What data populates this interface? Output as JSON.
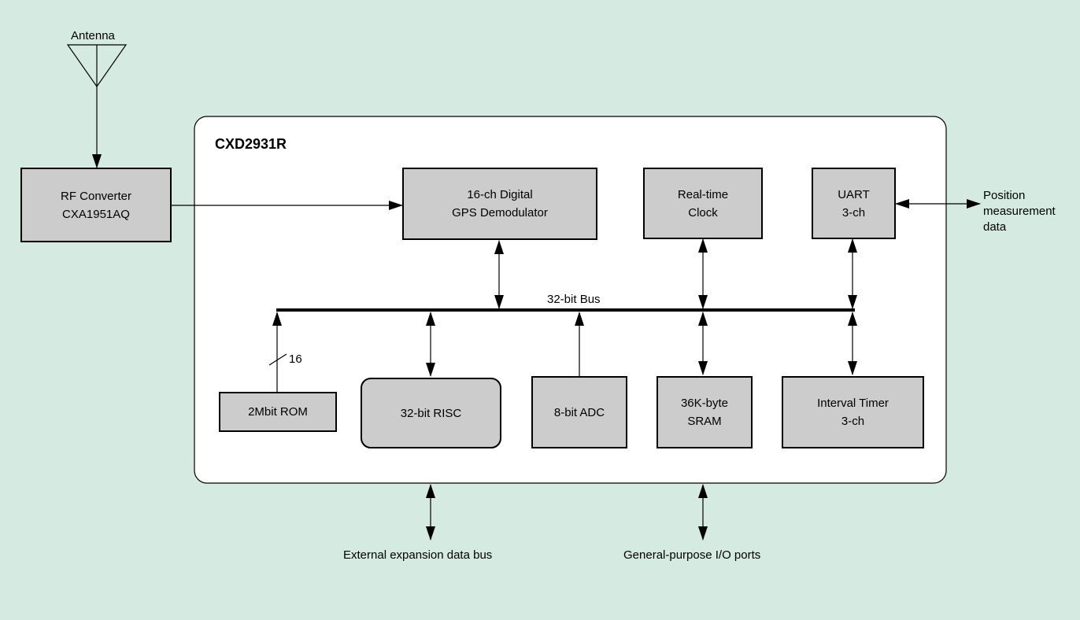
{
  "diagram": {
    "antenna_label": "Antenna",
    "chip_title": "CXD2931R",
    "bus_label": "32-bit Bus",
    "rom_width_label": "16",
    "external_bus_label": "External expansion data bus",
    "gpio_label": "General-purpose I/O ports",
    "position_data_label": [
      "Position",
      "measurement",
      "data"
    ],
    "blocks": {
      "rf_converter": [
        "RF Converter",
        "CXA1951AQ"
      ],
      "gps_demodulator": [
        "16-ch Digital",
        "GPS Demodulator"
      ],
      "rtc": [
        "Real-time",
        "Clock"
      ],
      "uart": [
        "UART",
        "3-ch"
      ],
      "rom": [
        "2Mbit ROM"
      ],
      "risc": [
        "32-bit RISC"
      ],
      "adc": [
        "8-bit ADC"
      ],
      "sram": [
        "36K-byte",
        "SRAM"
      ],
      "timer": [
        "Interval Timer",
        "3-ch"
      ]
    },
    "colors": {
      "background": "#d5ebe1",
      "block_fill": "#cccccc",
      "chip_fill": "#ffffff",
      "line": "#000000"
    }
  }
}
